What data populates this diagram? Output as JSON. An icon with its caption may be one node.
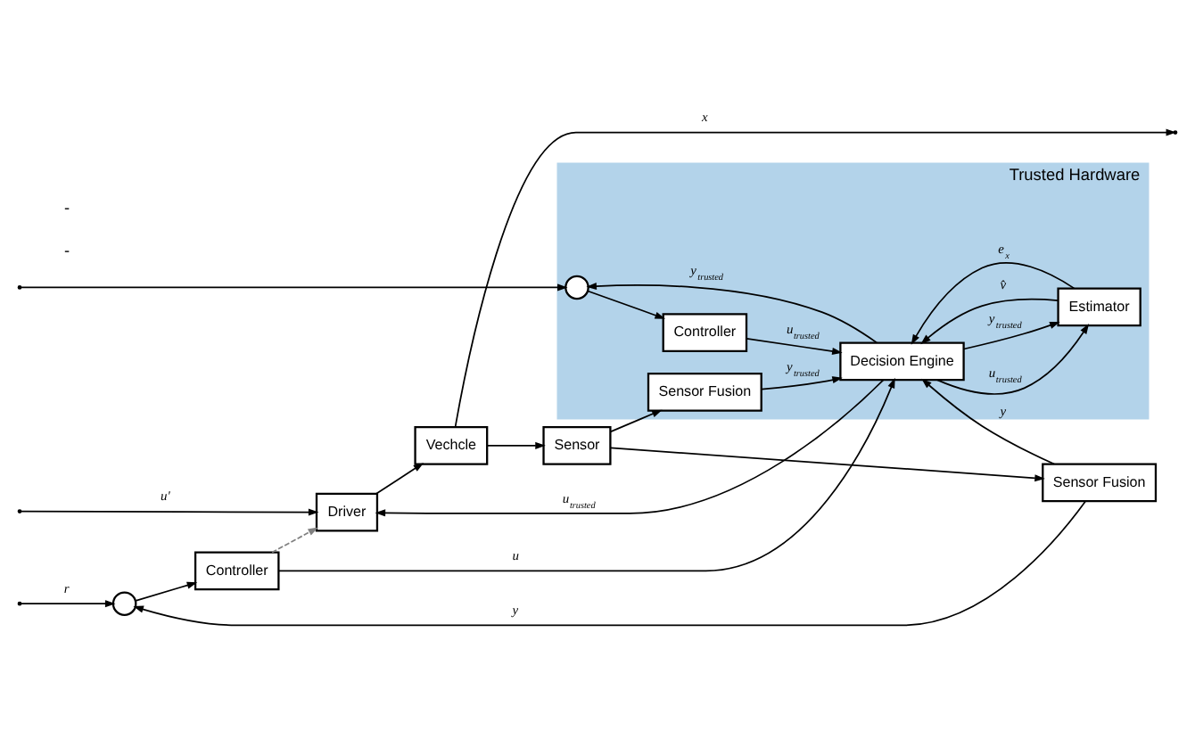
{
  "diagram": {
    "nodes": [
      {
        "text": [],
        "shape": "circle"
      },
      {
        "text": [
          "Controller"
        ]
      },
      {
        "text": [
          "Driver"
        ]
      },
      {
        "text": [
          "Vechcle"
        ]
      },
      {
        "text": [
          "Trusted Hardware"
        ]
      },
      {
        "text": [],
        "shape": "circle",
        "in": 4
      },
      {
        "text": [
          "Controller"
        ],
        "in": 4
      },
      {
        "text": [
          "Decision Engine"
        ],
        "in": 4
      },
      {
        "text": [
          "Estimator"
        ],
        "in": 4
      },
      {
        "text": [
          "Sensor Fusion"
        ],
        "in": 4
      },
      {
        "text": [
          "Sensor Fusion"
        ]
      },
      {
        "text": [
          "Sensor"
        ]
      }
    ],
    "edges": [
      {
        "from": null,
        "to": 0,
        "arrow": "to",
        "label": "r"
      },
      {
        "from": null,
        "to": 5,
        "arrow": "to"
      },
      {
        "from": 0,
        "to": 1,
        "arrow": "to"
      },
      {
        "from": 1,
        "to": 7,
        "arrow": "to",
        "label": "u"
      },
      {
        "from": 1,
        "to": 2,
        "arrow": "to",
        "style": "dashed",
        "color": "#808080"
      },
      {
        "from": 7,
        "to": 2,
        "arrow": "to",
        "label": "u$_{trusted}$"
      },
      {
        "from": null,
        "to": 2,
        "arrow": "to",
        "label": "u'"
      },
      {
        "from": 2,
        "to": 3,
        "arrow": "to"
      },
      {
        "from": 3,
        "to": null,
        "arrow": "to",
        "label": "x"
      },
      {
        "from": 3,
        "to": 11,
        "arrow": "to"
      },
      {
        "from": 11,
        "to": 10,
        "arrow": "to"
      },
      {
        "from": 11,
        "to": 9,
        "arrow": "to"
      },
      {
        "from": 10,
        "to": 0,
        "arrow": "to",
        "label": "y"
      },
      {
        "from": 10,
        "to": 7,
        "arrow": "to",
        "label": "y"
      },
      {
        "from": 5,
        "to": 6,
        "arrow": "to"
      },
      {
        "from": 6,
        "to": 7,
        "arrow": "to",
        "label": "u$_{trusted}$"
      },
      {
        "from": 7,
        "to": 5,
        "arrow": "to",
        "label": "y$_{trusted}$"
      },
      {
        "from": 7,
        "to": 8,
        "arrow": "to",
        "label": "u$_{trusted}$"
      },
      {
        "from": 7,
        "to": 8,
        "arrow": "to",
        "label": "y$_{trusted}$"
      },
      {
        "from": 8,
        "to": 7,
        "arrow": "to",
        "label": "v̂"
      },
      {
        "from": 8,
        "to": 7,
        "arrow": "to",
        "label": "e$_{x}$"
      },
      {
        "from": 9,
        "to": 7,
        "arrow": "to",
        "label": "y$_{trusted}$"
      }
    ],
    "labels": [
      "-",
      "-"
    ]
  }
}
